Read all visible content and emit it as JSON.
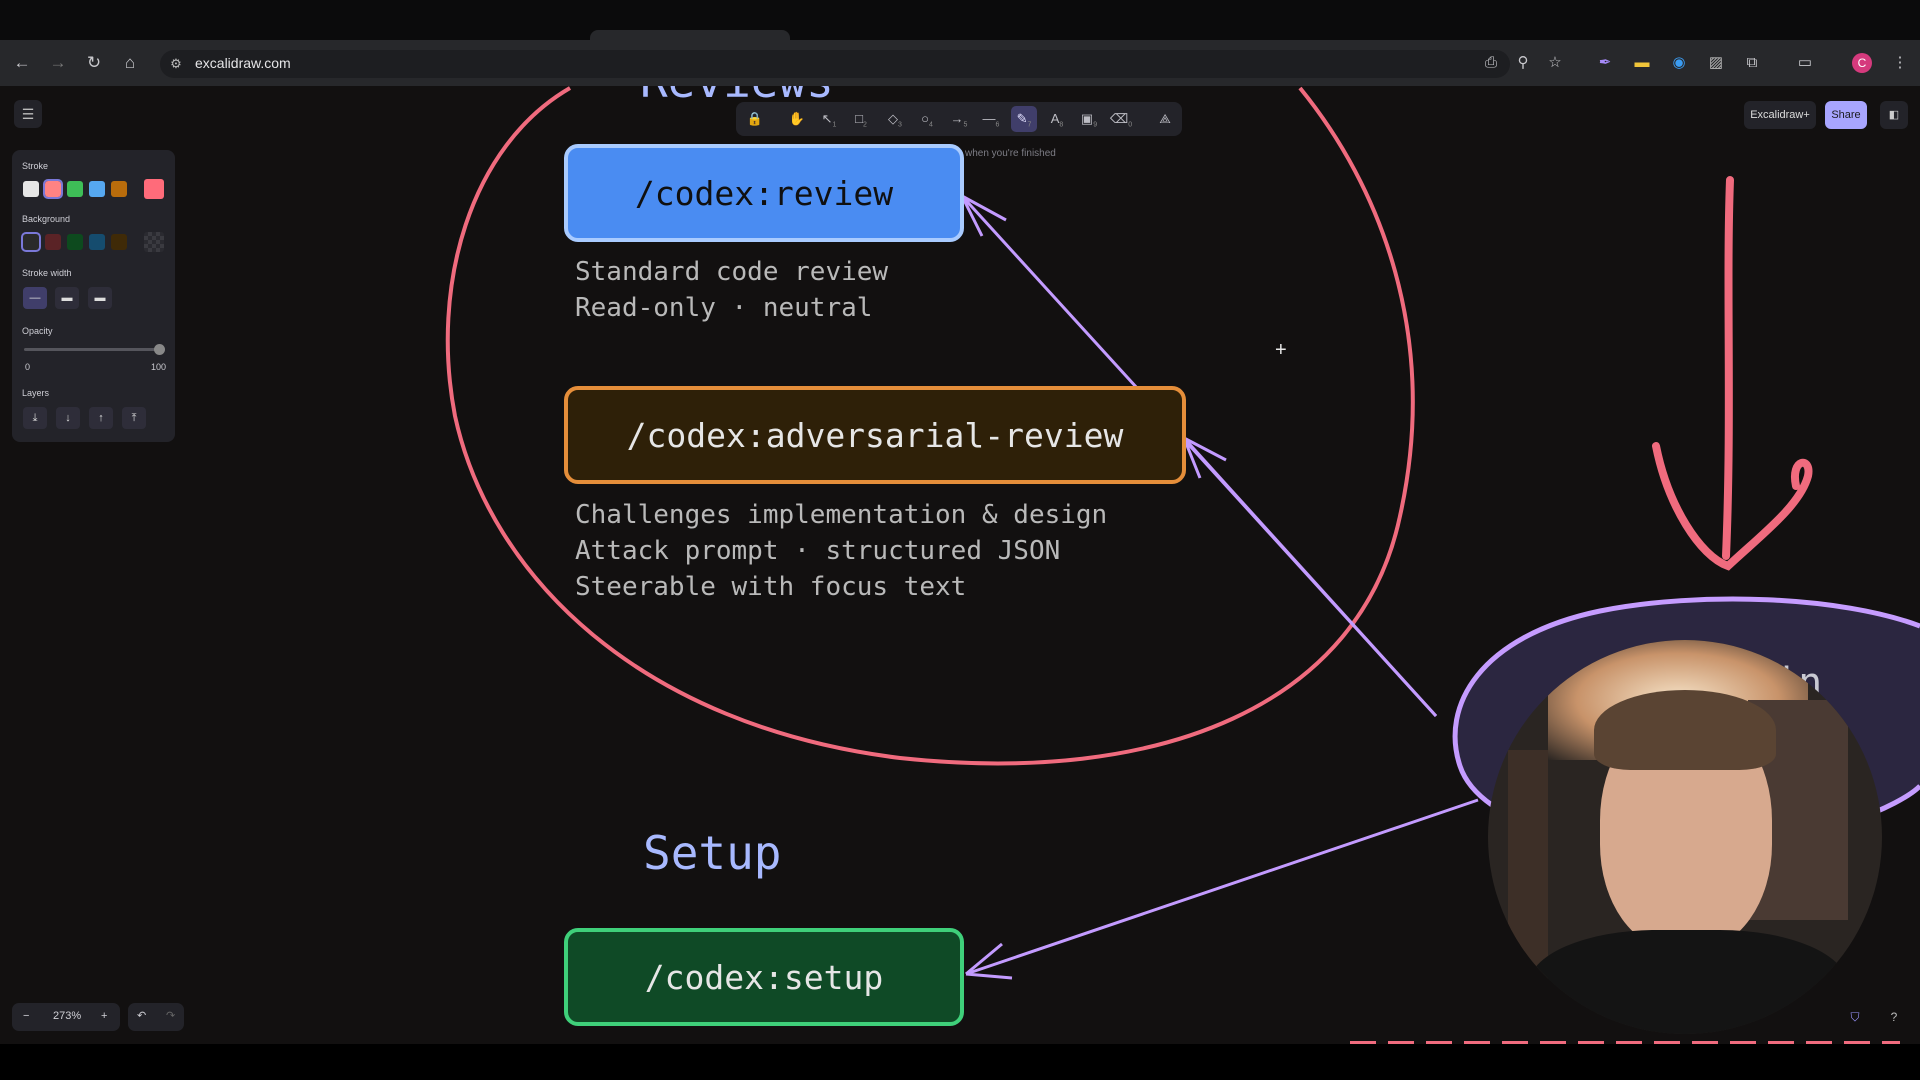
{
  "browser": {
    "url": "excalidraw.com",
    "profile_initial": "C",
    "nav_icons": [
      "back-icon",
      "forward-icon",
      "reload-icon",
      "home-icon"
    ],
    "right_icons": [
      "install-app-icon",
      "zoom-icon",
      "bookmark-star-icon",
      "extension-pen-icon",
      "extension-note-icon",
      "extension-blue-icon",
      "extension-tile-icon",
      "extensions-puzzle-icon",
      "reading-mode-icon"
    ]
  },
  "toolbar": {
    "tools": [
      {
        "name": "lock",
        "icon": "🔒",
        "key": ""
      },
      {
        "name": "hand",
        "icon": "✋",
        "key": ""
      },
      {
        "name": "selection",
        "icon": "↖",
        "key": "1"
      },
      {
        "name": "rectangle",
        "icon": "□",
        "key": "2"
      },
      {
        "name": "diamond",
        "icon": "◇",
        "key": "3"
      },
      {
        "name": "ellipse",
        "icon": "○",
        "key": "4"
      },
      {
        "name": "arrow",
        "icon": "→",
        "key": "5"
      },
      {
        "name": "line",
        "icon": "—",
        "key": "6"
      },
      {
        "name": "draw",
        "icon": "✎",
        "key": "7"
      },
      {
        "name": "text",
        "icon": "A",
        "key": "8"
      },
      {
        "name": "image",
        "icon": "▣",
        "key": "9"
      },
      {
        "name": "eraser",
        "icon": "⌫",
        "key": "0"
      },
      {
        "name": "more",
        "icon": "⟁",
        "key": ""
      }
    ],
    "active_tool": "draw",
    "hint_suffix": "when you're finished"
  },
  "header": {
    "plus_label": "Excalidraw+",
    "share_label": "Share",
    "menu_icon": "hamburger-icon",
    "library_icon": "library-icon"
  },
  "properties": {
    "stroke_label": "Stroke",
    "stroke_colors": [
      "#e6e6e6",
      "#ff8383",
      "#3ebe57",
      "#56a8f0",
      "#b86c0c"
    ],
    "stroke_current": "#ff6b7a",
    "background_label": "Background",
    "background_colors": [
      "#2a2a2a",
      "#5a2326",
      "#0d4a1e",
      "#154c6e",
      "#3f2a07"
    ],
    "stroke_width_label": "Stroke width",
    "opacity_label": "Opacity",
    "opacity_min": "0",
    "opacity_max": "100",
    "opacity_value": 100,
    "layers_label": "Layers",
    "layer_buttons": [
      "⤓",
      "↓",
      "↑",
      "⤒"
    ]
  },
  "canvas": {
    "reviews_heading": "Reviews",
    "review_card": "/codex:review",
    "review_desc": [
      "Standard code review",
      "Read-only · neutral"
    ],
    "adversarial_card": "/codex:adversarial-review",
    "adversarial_desc": [
      "Challenges implementation & design",
      "Attack prompt · structured JSON",
      "Steerable with focus text"
    ],
    "setup_heading": "Setup",
    "setup_card": "/codex:setup",
    "plugin_partial": "gin",
    "crosshair": "+"
  },
  "colors": {
    "canvas_bg": "#121010",
    "review_fill": "#4a8cf2",
    "adversarial_fill": "#2e2008",
    "adversarial_border": "#e58e3a",
    "setup_fill": "#0f4a26",
    "setup_border": "#3fd07a",
    "pen_pink": "#f06b7e",
    "arrow_violet": "#c39bff"
  },
  "footer": {
    "zoom_minus": "−",
    "zoom_value": "273%",
    "zoom_plus": "+",
    "undo": "↶",
    "redo": "↷"
  }
}
